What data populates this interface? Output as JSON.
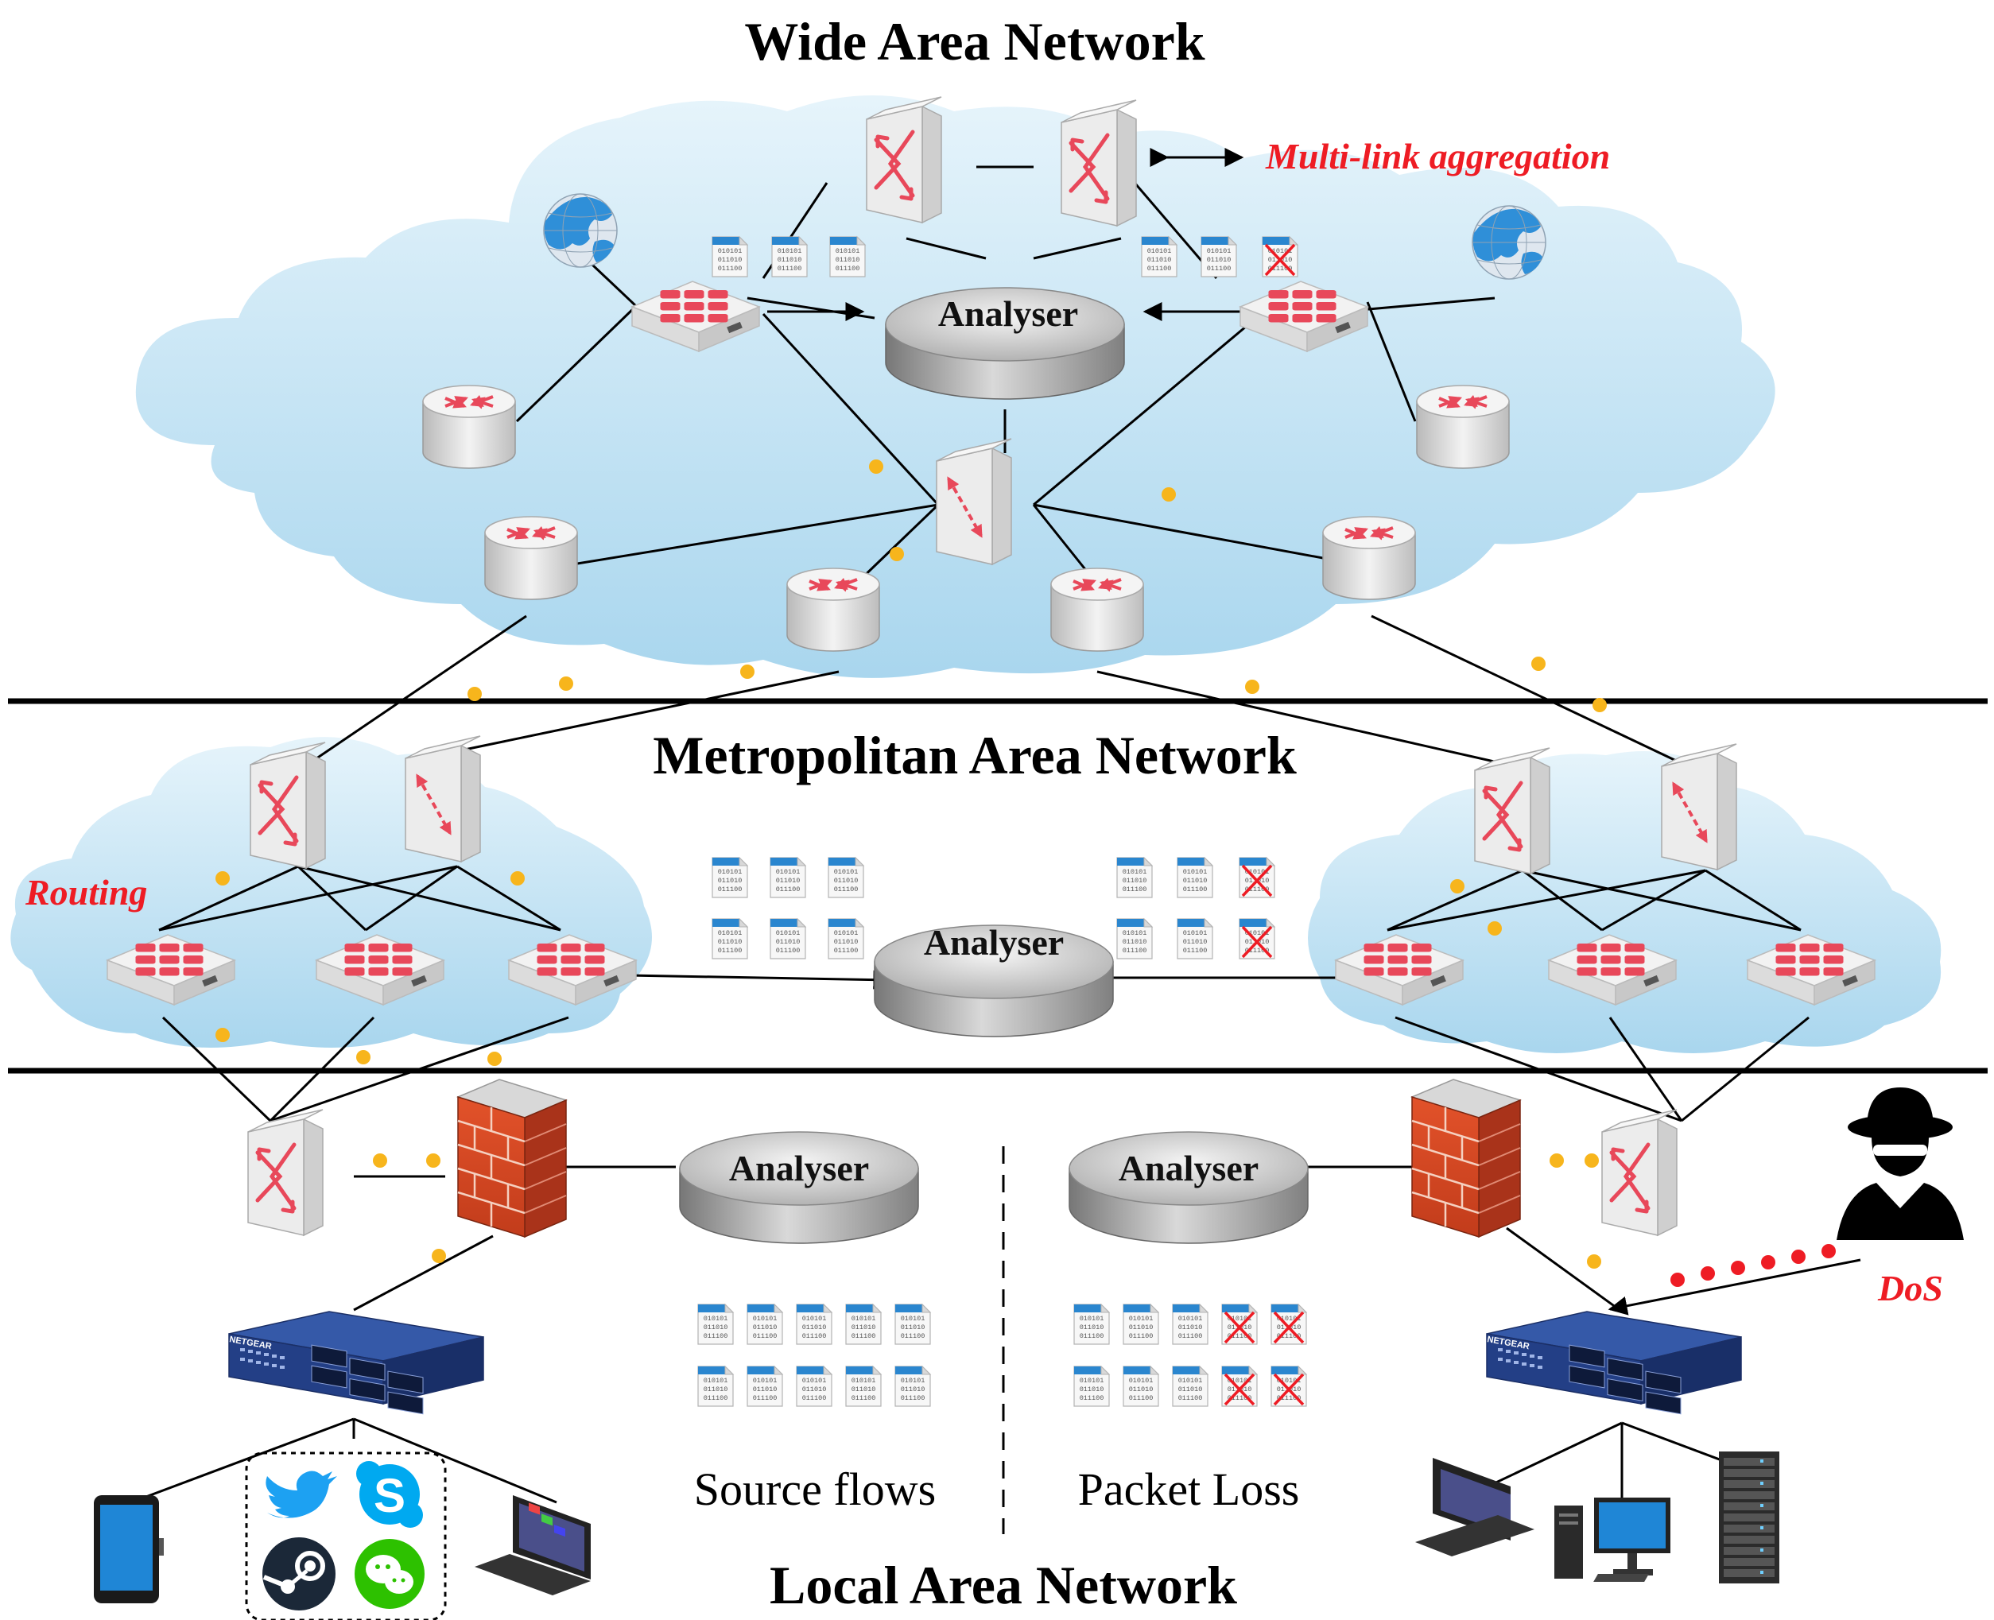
{
  "titles": {
    "wan": "Wide Area Network",
    "man": "Metropolitan Area Network",
    "lan": "Local Area Network"
  },
  "labels": {
    "multilink": "Multi-link aggregation",
    "routing": "Routing",
    "dos": "DoS",
    "source_flows": "Source flows",
    "packet_loss": "Packet Loss"
  },
  "analyser_label": "Analyser",
  "file_bits": [
    "010101",
    "011010",
    "011100"
  ],
  "switch_brand": "NETGEAR",
  "colors": {
    "cloud": "#bfe1f2",
    "device_red": "#e8485a",
    "accent_red": "#ee1c24",
    "dot": "#f7b51c",
    "switch_blue": "#233f86"
  },
  "icons": [
    "globe-icon",
    "twitter-icon",
    "skype-icon",
    "steam-icon",
    "wechat-icon",
    "hacker-icon",
    "tablet-icon",
    "laptop-icon",
    "desktop-icon",
    "server-rack-icon"
  ]
}
